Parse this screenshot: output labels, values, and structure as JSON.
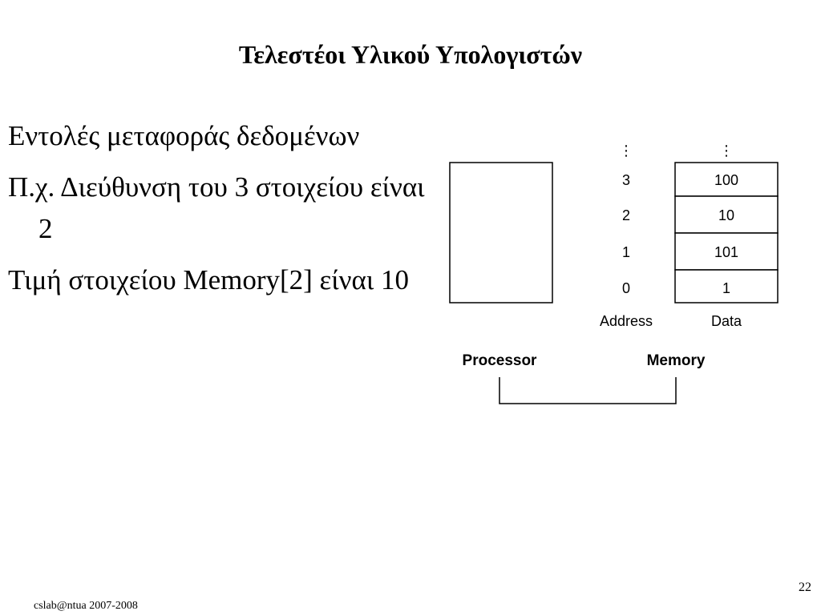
{
  "slide": {
    "title": "Τελεστέοι Υλικού Υπολογιστών",
    "bullets": [
      "Εντολές μεταφοράς δεδομένων",
      "Π.χ. Διεύθυνση του 3 στοιχείου είναι 2",
      "Τιμή στοιχείου Memory[2] είναι 10"
    ],
    "footer": "cslab@ntua 2007-2008",
    "page_number": "22"
  },
  "diagram": {
    "ellipsis": "⋮",
    "memory_rows": [
      {
        "address": "3",
        "data": "100"
      },
      {
        "address": "2",
        "data": "10"
      },
      {
        "address": "1",
        "data": "101"
      },
      {
        "address": "0",
        "data": "1"
      }
    ],
    "address_label": "Address",
    "data_label": "Data",
    "processor_label": "Processor",
    "memory_label": "Memory"
  }
}
